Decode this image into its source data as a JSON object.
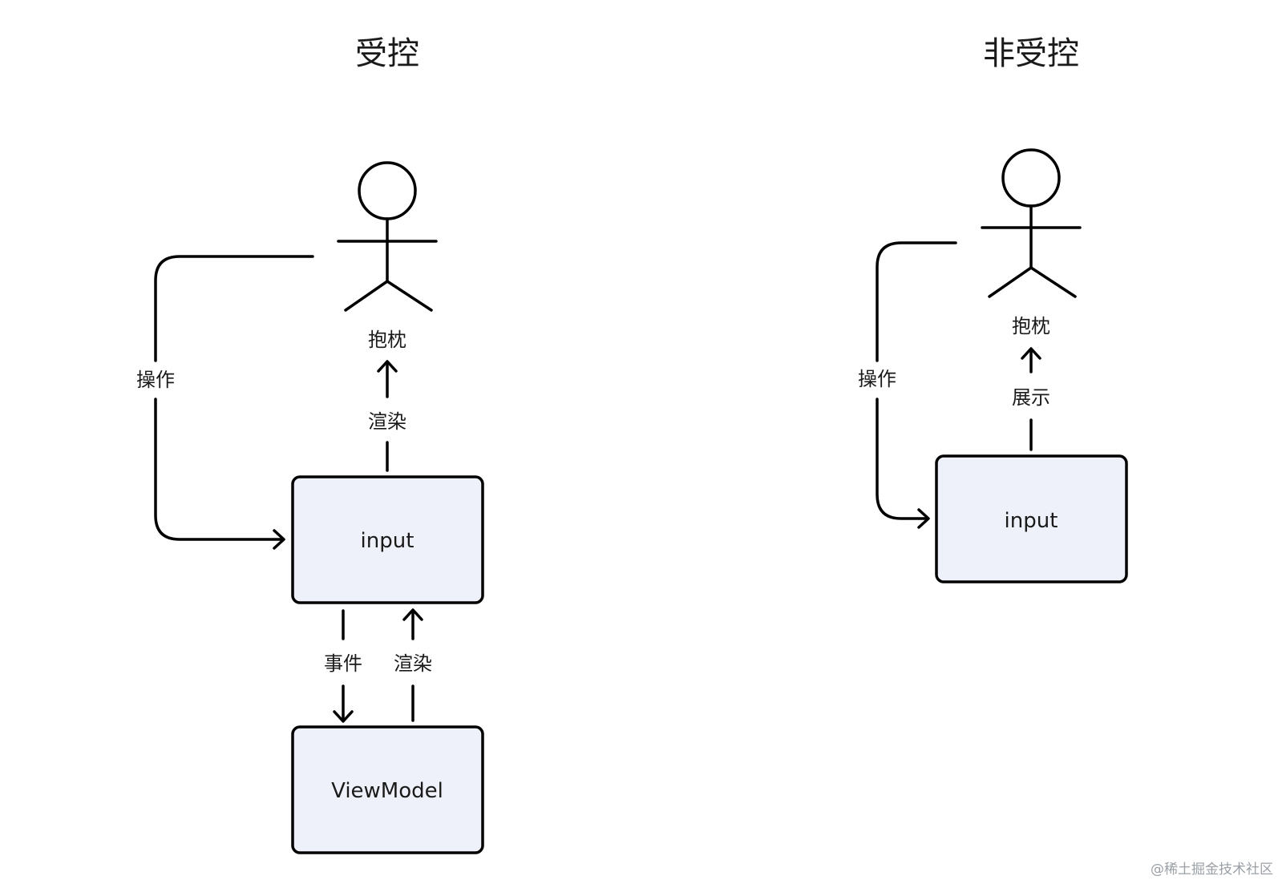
{
  "colors": {
    "box_fill": "#eef1f9",
    "stroke": "#000000",
    "text": "#1a1a1a",
    "watermark": "#9aa0a6"
  },
  "left": {
    "title": "受控",
    "actor_label": "抱枕",
    "operate_label": "操作",
    "render_label_top": "渲染",
    "input_box": "input",
    "event_label": "事件",
    "render_label_bottom": "渲染",
    "viewmodel_box": "ViewModel"
  },
  "right": {
    "title": "非受控",
    "actor_label": "抱枕",
    "operate_label": "操作",
    "display_label": "展示",
    "input_box": "input"
  },
  "watermark": "@稀土掘金技术社区"
}
